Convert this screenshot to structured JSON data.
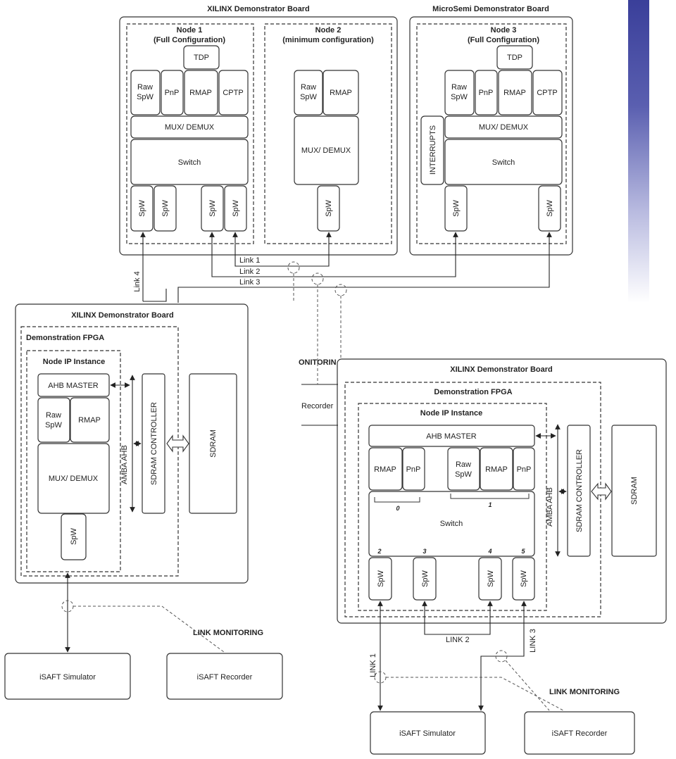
{
  "colors": {
    "accent": "#3a3f9a",
    "box_fill": "#ffffff",
    "box_stroke": "#333333",
    "line": "#222222",
    "monitor_line": "#555555"
  },
  "top": {
    "xilinx_board_title": "XILINX Demonstrator Board",
    "microsemi_board_title": "MicroSemi Demonstrator Board",
    "node1": {
      "title": "Node 1",
      "subtitle": "(Full Configuration)",
      "tdp": "TDP",
      "raw": "Raw",
      "spw": "SpW",
      "pnp": "PnP",
      "rmap": "RMAP",
      "cptp": "CPTP",
      "mux": "MUX/ DEMUX",
      "switch": "Switch",
      "port_label": "SpW"
    },
    "node2": {
      "title": "Node 2",
      "subtitle": "(minimum configuration)",
      "raw": "Raw",
      "spw": "SpW",
      "rmap": "RMAP",
      "mux": "MUX/ DEMUX",
      "port_label": "SpW"
    },
    "node3": {
      "title": "Node 3",
      "subtitle": "(Full Configuration)",
      "tdp": "TDP",
      "raw": "Raw",
      "spw": "SpW",
      "pnp": "PnP",
      "rmap": "RMAP",
      "cptp": "CPTP",
      "mux": "MUX/ DEMUX",
      "interrupts": "INTERRUPTS",
      "switch": "Switch",
      "port_label": "SpW"
    },
    "links": {
      "link1": "Link 1",
      "link2": "Link 2",
      "link3": "Link 3",
      "link4": "Link 4"
    },
    "monitoring_fragment": "ONITORIN",
    "recorder_fragment": "Recorder"
  },
  "left": {
    "board_title": "XILINX Demonstrator Board",
    "fpga_title": "Demonstration FPGA",
    "node_title": "Node IP Instance",
    "ahb_master": "AHB MASTER",
    "raw": "Raw",
    "spw": "SpW",
    "rmap": "RMAP",
    "mux": "MUX/ DEMUX",
    "port": "SpW",
    "amba": "AMBA AHB",
    "sdram_ctrl": "SDRAM CONTROLLER",
    "sdram": "SDRAM",
    "link_monitoring": "LINK MONITORING",
    "simulator": "iSAFT Simulator",
    "recorder": "iSAFT Recorder"
  },
  "right": {
    "board_title": "XILINX Demonstrator Board",
    "fpga_title": "Demonstration FPGA",
    "node_title": "Node IP Instance",
    "ahb_master": "AHB MASTER",
    "rmap": "RMAP",
    "pnp": "PnP",
    "raw": "Raw",
    "spw": "SpW",
    "switch": "Switch",
    "group0": "0",
    "group1": "1",
    "port_numbers": [
      "2",
      "3",
      "4",
      "5"
    ],
    "port": "SpW",
    "amba": "AMBA AHB",
    "sdram_ctrl": "SDRAM CONTROLLER",
    "sdram": "SDRAM",
    "link1": "LINK 1",
    "link2": "LINK 2",
    "link3": "LINK 3",
    "link_monitoring": "LINK MONITORING",
    "simulator": "iSAFT Simulator",
    "recorder": "iSAFT Recorder"
  }
}
